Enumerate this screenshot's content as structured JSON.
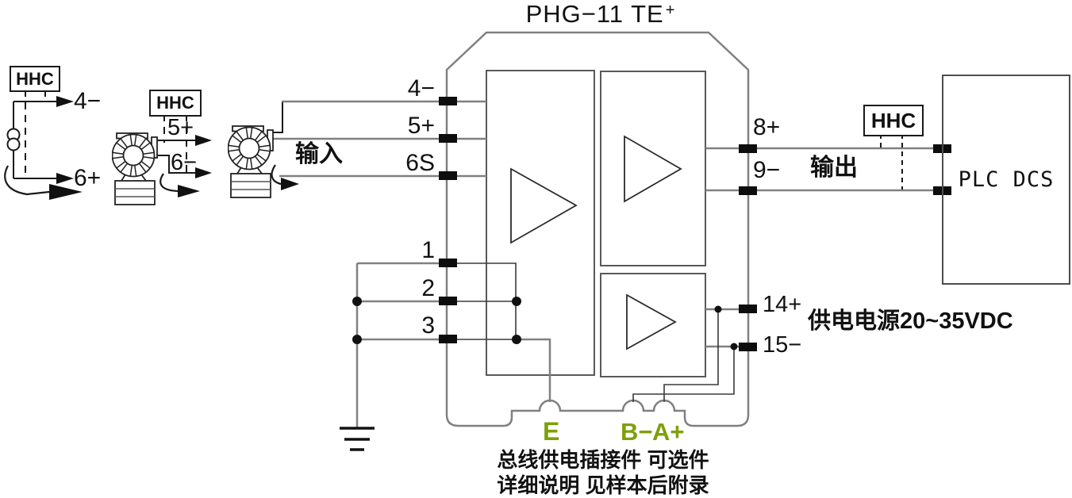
{
  "colors": {
    "wire_gray": "#808080",
    "line_black": "#1a1a1a",
    "pin_green": "#7da00a"
  },
  "title": {
    "model": "PHG−11 TE",
    "sup": "+"
  },
  "input_section": {
    "hhc1_label": "HHC",
    "hhc2_label": "HHC",
    "current_source": {
      "top": "4−",
      "bottom": "6+"
    },
    "transmitter2": {
      "plus": "5+",
      "minus": "6−"
    },
    "input_label": "输入"
  },
  "device": {
    "terminals_left": [
      "4−",
      "5+",
      "6S",
      "1",
      "2",
      "3"
    ],
    "terminals_right": [
      "8+",
      "9−"
    ],
    "power_terminals": [
      "14+",
      "15−"
    ],
    "bus_pins": [
      "E",
      "B−",
      "A+"
    ]
  },
  "output_section": {
    "hhc3_label": "HHC",
    "output_label": "输出",
    "plc_label": "PLC DCS",
    "power_label": "供电电源20~35VDC"
  },
  "notes": {
    "line1": "总线供电插接件 可选件",
    "line2": "详细说明 见样本后附录"
  }
}
